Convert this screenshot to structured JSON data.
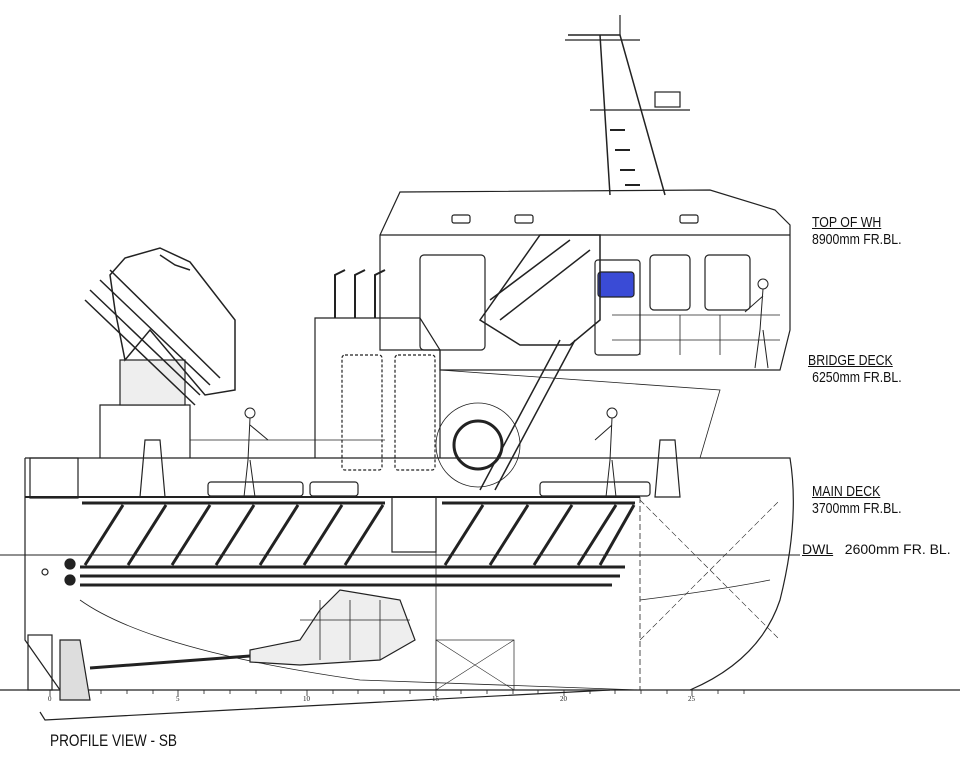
{
  "title": "PROFILE VIEW  - SB",
  "levels": [
    {
      "name": "TOP OF WH",
      "height": "8900mm FR.BL."
    },
    {
      "name": "BRIDGE DECK",
      "height": "6250mm FR.BL."
    },
    {
      "name": "MAIN DECK",
      "height": "3700mm FR.BL."
    }
  ],
  "dwl": {
    "name": "DWL",
    "height": "2600mm FR. BL."
  },
  "frame_scale": [
    "0",
    "5",
    "10",
    "15",
    "20",
    "25"
  ],
  "colors": {
    "line": "#222222",
    "window_accent": "#3a4bd6"
  }
}
